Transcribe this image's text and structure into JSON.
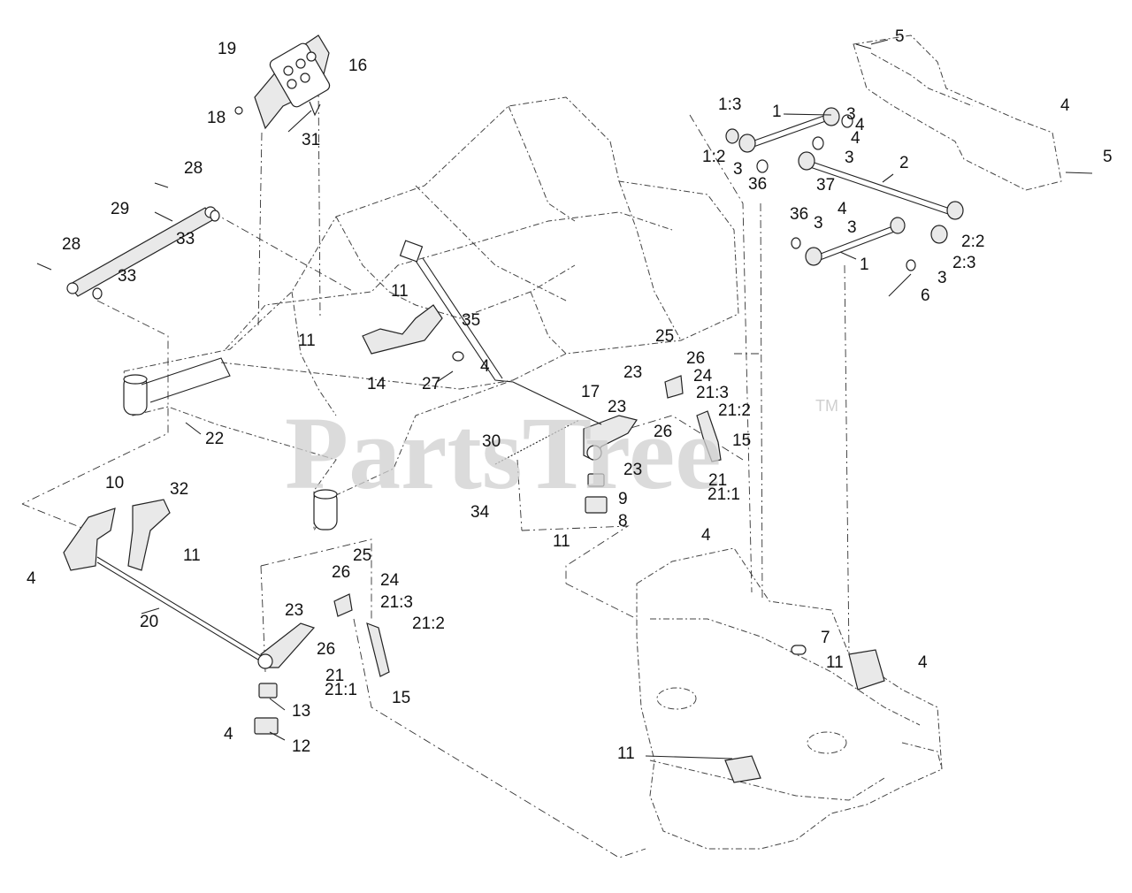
{
  "watermark": {
    "text": "PartsTree",
    "mark": "TM"
  },
  "callouts": [
    "1",
    "1:2",
    "1:3",
    "2",
    "2:2",
    "2:3",
    "3",
    "4",
    "5",
    "6",
    "7",
    "8",
    "9",
    "10",
    "11",
    "12",
    "13",
    "14",
    "15",
    "16",
    "17",
    "18",
    "19",
    "20",
    "21",
    "21:1",
    "21:2",
    "21:3",
    "22",
    "23",
    "24",
    "25",
    "26",
    "27",
    "28",
    "29",
    "30",
    "31",
    "32",
    "33",
    "34",
    "35",
    "36",
    "37"
  ]
}
